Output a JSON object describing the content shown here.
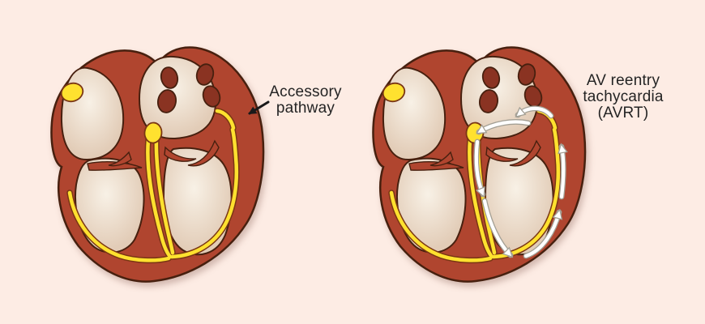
{
  "figure": {
    "panels": [
      {
        "id": "accessory-pathway",
        "label": "Accessory\npathway"
      },
      {
        "id": "avrt",
        "label": "AV reentry\ntachycardia\n(AVRT)"
      }
    ],
    "colors": {
      "background": "#fdece4",
      "heart_wall": "#b0452f",
      "outline": "#47200f",
      "chamber_light": "#f8f1e6",
      "chamber_dark": "#e2ccb7",
      "vein_opening": "#8a3322",
      "conduction_yellow": "#ffe12f",
      "conduction_edge": "#7a3614",
      "arrow_white": "#ffffff",
      "arrow_outline": "#a39f94",
      "label_text": "#242424",
      "pointer_black": "#1a1a1a"
    }
  }
}
